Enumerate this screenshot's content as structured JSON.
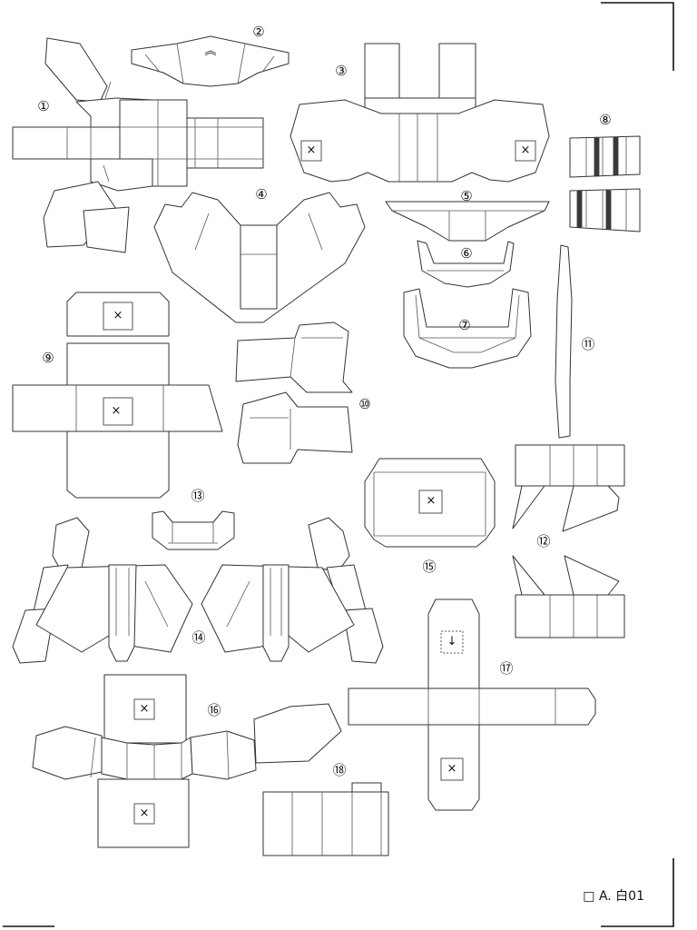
{
  "sheet": {
    "code": "□ A. 白01",
    "colors": {
      "line": "#333333",
      "paper": "#ffffff",
      "dark_band": "#3a3a3a"
    }
  },
  "part_labels": [
    "①",
    "②",
    "③",
    "④",
    "⑤",
    "⑥",
    "⑦",
    "⑧",
    "⑨",
    "⑩",
    "⑪",
    "⑫",
    "⑬",
    "⑭",
    "⑮",
    "⑯",
    "⑰",
    "⑱"
  ],
  "marks": {
    "glue_x": "×",
    "arrow_down": "↓",
    "double_chevron": "︽"
  }
}
